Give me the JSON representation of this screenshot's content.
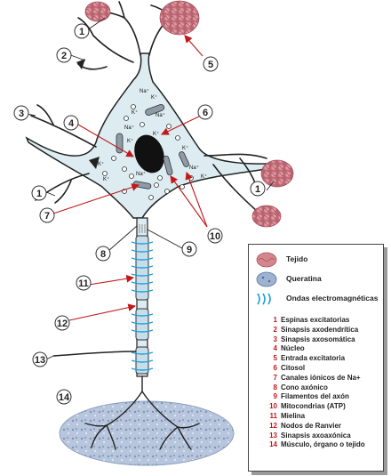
{
  "callouts": [
    "1",
    "2",
    "3",
    "4",
    "5",
    "6",
    "7",
    "8",
    "9",
    "10",
    "11",
    "12",
    "13",
    "14"
  ],
  "ions": {
    "na": "Na⁺",
    "k": "K⁺"
  },
  "legend": {
    "symbols": [
      {
        "label": "Tejido",
        "icon": "tissue-icon",
        "color": "#c9707a"
      },
      {
        "label": "Queratina",
        "icon": "keratin-icon",
        "color": "#4a6fa0"
      },
      {
        "label": "Ondas electromagnéticas",
        "icon": "wave-icon",
        "color": "#1ea0d8"
      }
    ],
    "items": [
      {
        "num": "1",
        "label": "Espinas excitatorias"
      },
      {
        "num": "2",
        "label": "Sinapsis axodendrítica"
      },
      {
        "num": "3",
        "label": "Sinapsis axosomática"
      },
      {
        "num": "4",
        "label": "Núcleo"
      },
      {
        "num": "5",
        "label": "Entrada excitatoria"
      },
      {
        "num": "6",
        "label": "Citosol"
      },
      {
        "num": "7",
        "label": "Canales iónicos de Na+"
      },
      {
        "num": "8",
        "label": "Cono axónico"
      },
      {
        "num": "9",
        "label": "Filamentos del axón"
      },
      {
        "num": "10",
        "label": "Mitocondrias (ATP)"
      },
      {
        "num": "11",
        "label": "Mielina"
      },
      {
        "num": "12",
        "label": "Nodos de Ranvier"
      },
      {
        "num": "13",
        "label": "Sinapsis axoaxónica"
      },
      {
        "num": "14",
        "label": "Músculo, órgano o tejido"
      }
    ]
  },
  "colors": {
    "cell_fill": "#dcecf1",
    "outline": "#222222",
    "arrow": "#c0191b",
    "myelin": "#c7dde9",
    "wave": "#1ea0d8",
    "nucleus": "#111111",
    "tissue": "#d4868e",
    "muscle": "#9fb3cf"
  }
}
